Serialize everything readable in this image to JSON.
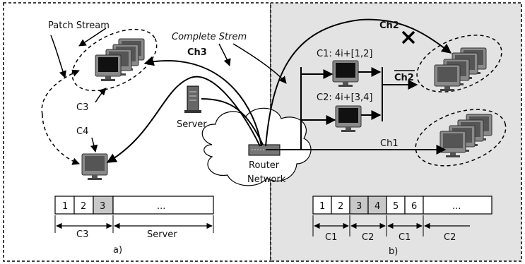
{
  "labels": {
    "patch_stream": "Patch Stream",
    "complete_stream": "Complete Strem",
    "ch3": "Ch3",
    "ch2_top": "Ch2",
    "ch2_bar": "Ch2",
    "ch1": "Ch1",
    "c3": "C3",
    "c4": "C4",
    "server": "Server",
    "router": "Router",
    "network": "Network",
    "c1_rule": "C1: 4i+[1,2]",
    "c2_rule": "C2: 4i+[3,4]",
    "panel_a": "a)",
    "panel_b": "b)"
  },
  "buffer_a": {
    "cells": [
      "1",
      "2",
      "3",
      "..."
    ],
    "spans": [
      "C3",
      "Server"
    ]
  },
  "buffer_b": {
    "cells": [
      "1",
      "2",
      "3",
      "4",
      "5",
      "6",
      "..."
    ],
    "spans": [
      "C1",
      "C2",
      "C1",
      "C2"
    ]
  },
  "colors": {
    "panel_b_bg": "#e3e3e3",
    "shaded_cell": "#c8c8c8",
    "monitor_screen": "#111111",
    "monitor_bezel": "#8a8a8a"
  }
}
